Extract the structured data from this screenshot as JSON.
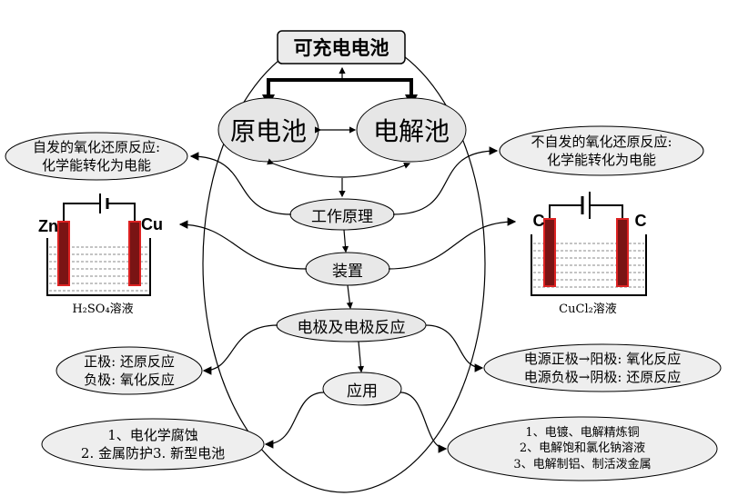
{
  "title": "可充电电池",
  "primary_cell": "原电池",
  "electrolytic_cell": "电解池",
  "working_principle": "工作原理",
  "device": "装置",
  "electrodes": "电极及电极反应",
  "application": "应用",
  "left_principle": [
    "自发的氧化还原反应:",
    "化学能转化为电能"
  ],
  "right_principle": [
    "不自发的氧化还原反应:",
    "化学能转化为电能"
  ],
  "left_electrodes": [
    "正极: 还原反应",
    "负极: 氧化反应"
  ],
  "right_electrodes": [
    "电源正极→阳极: 氧化反应",
    "电源负极→阴极: 还原反应"
  ],
  "left_application": [
    "1、电化学腐蚀",
    "2. 金属防护3. 新型电池"
  ],
  "right_application": [
    "1、电镀、电解精炼铜",
    "2、电解饱和氯化钠溶液",
    "3、电解制铝、制活泼金属"
  ],
  "left_cell": {
    "electrode_left": "Zn",
    "electrode_right": "Cu",
    "solution": "H₂SO₄溶液"
  },
  "right_cell": {
    "electrode_left": "C",
    "electrode_right": "C",
    "solution": "CuCl₂溶液"
  }
}
